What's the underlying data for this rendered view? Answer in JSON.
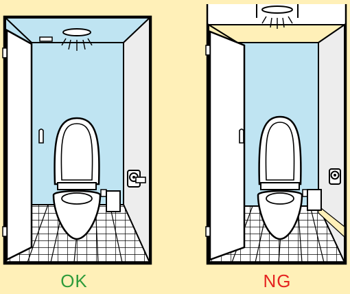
{
  "panels": [
    {
      "id": "ok",
      "caption": "OK",
      "caption_color": "#2E9B3A",
      "ceiling_light": "ceiling-light-recessed",
      "ceiling_color": "#BFE4F2"
    },
    {
      "id": "ng",
      "caption": "NG",
      "caption_color": "#E52320",
      "ceiling_light": "ceiling-light-hanging",
      "ceiling_color": "#FFF0B8"
    }
  ],
  "colors": {
    "background": "#FFF0B8",
    "wall_blue": "#BFE4F2",
    "wall_white": "#FFFFFF",
    "wall_grey": "#EDEDED",
    "outline": "#000000"
  },
  "icons": [
    "door-icon",
    "toilet-icon",
    "toilet-paper-holder-icon",
    "trash-bin-icon",
    "light-fixture-icon"
  ]
}
